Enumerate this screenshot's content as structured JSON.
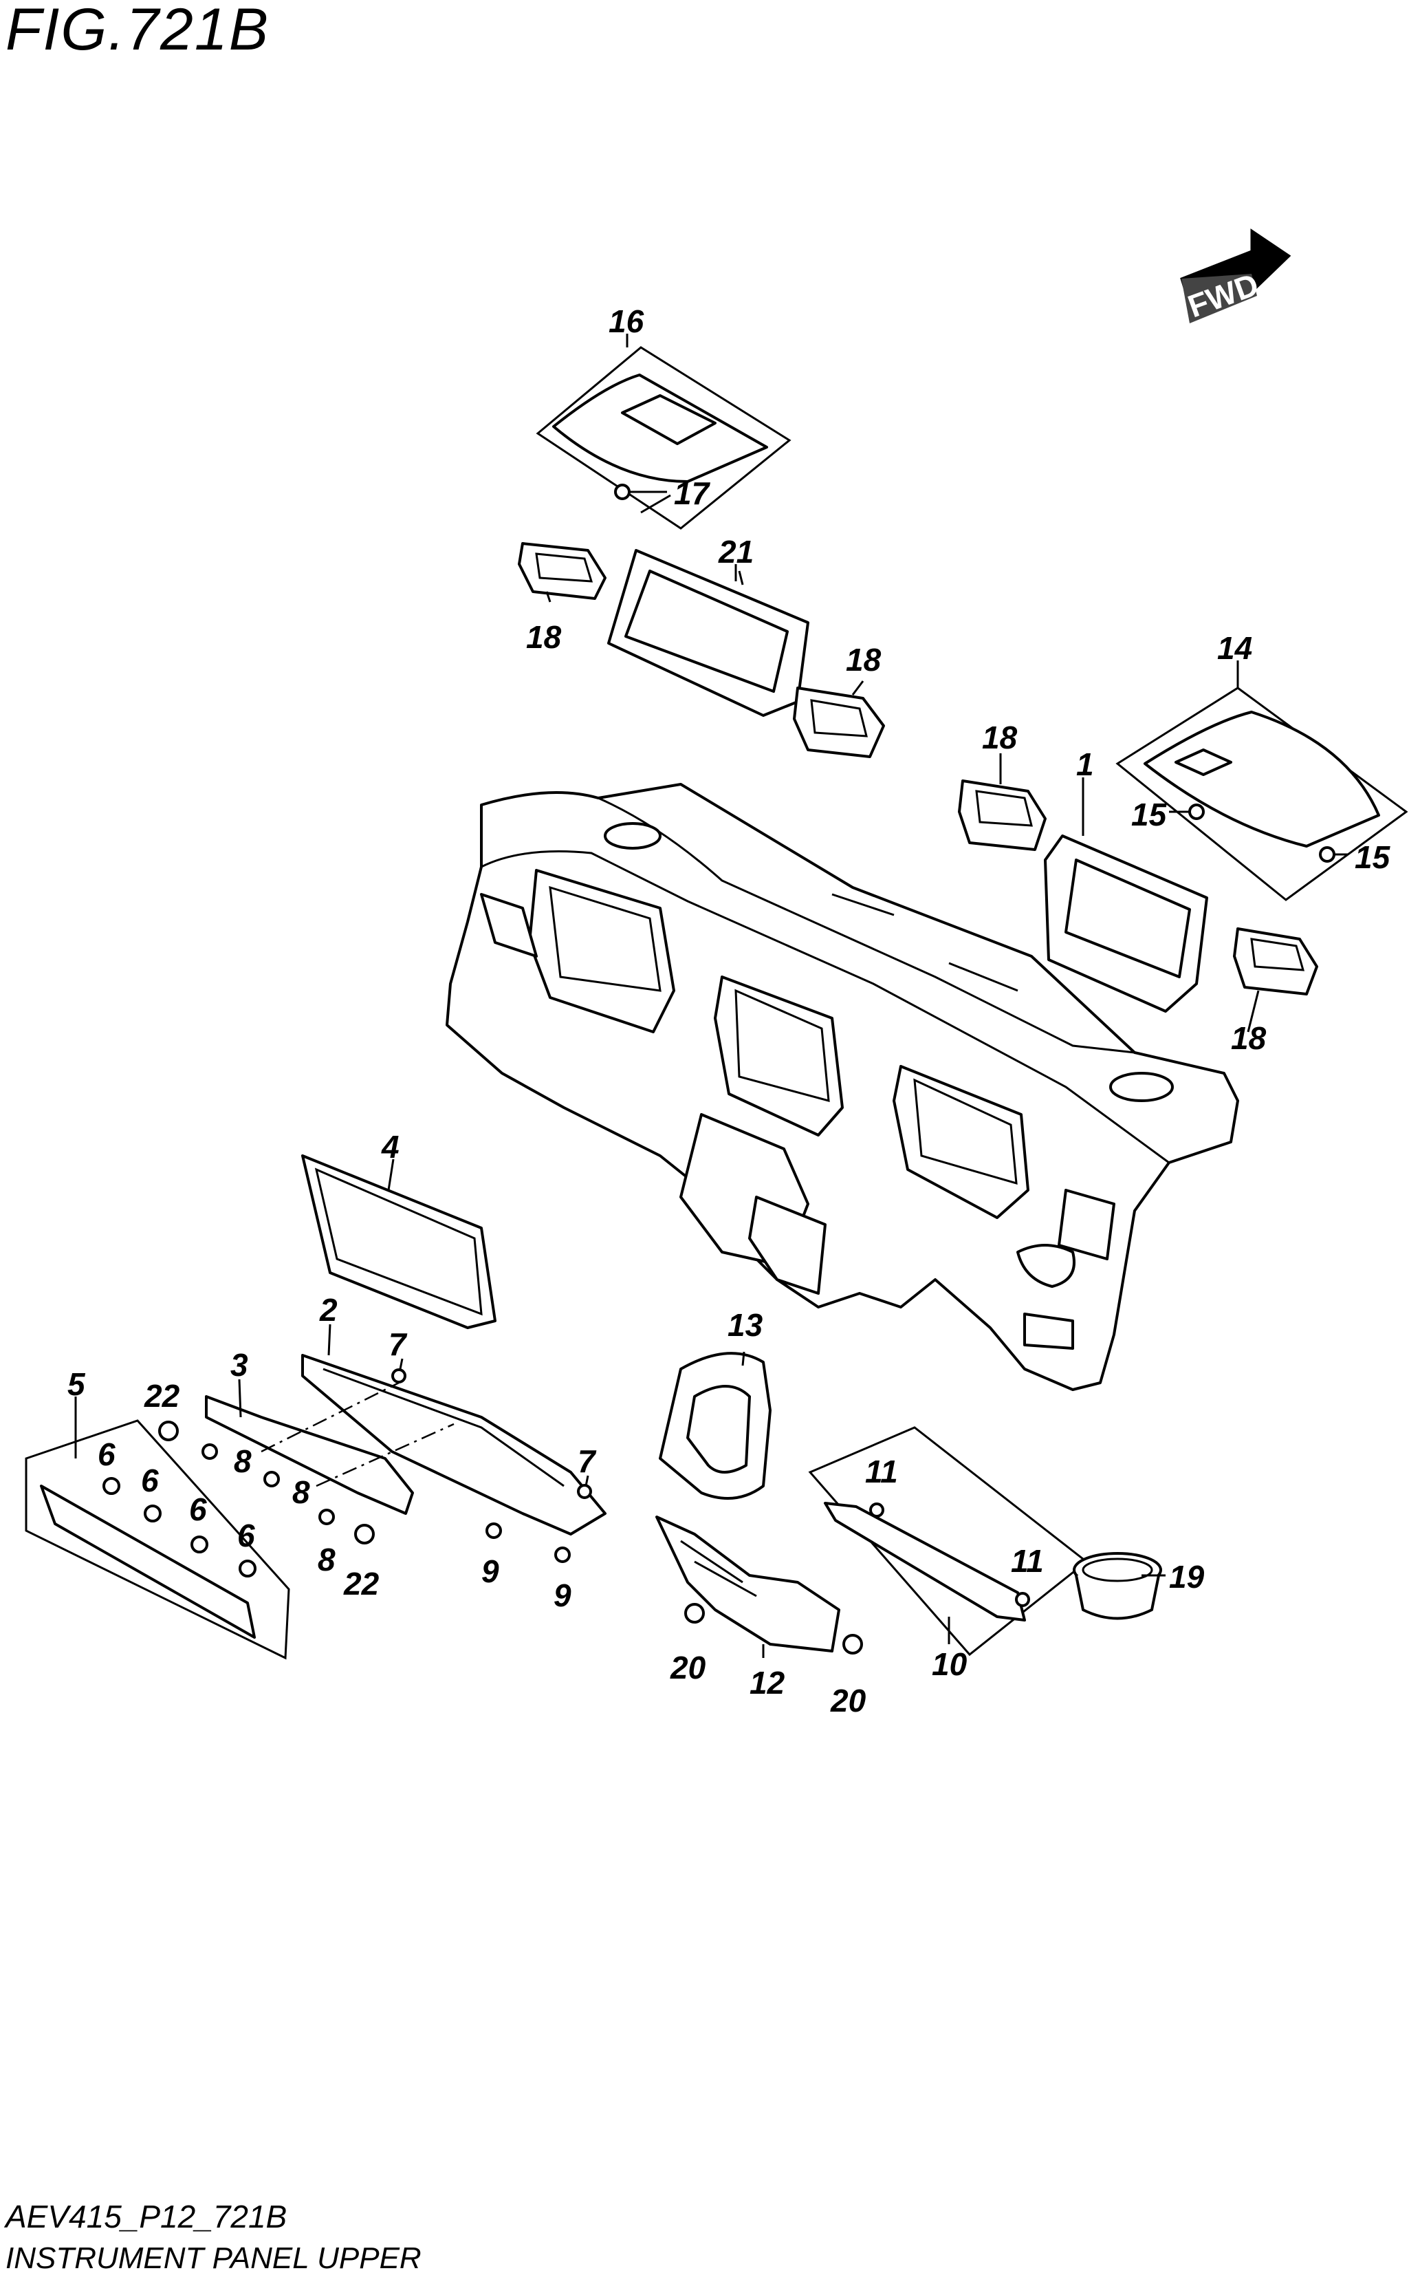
{
  "figure": {
    "title": "FIG.721B",
    "code": "AEV415_P12_721B",
    "name": "INSTRUMENT PANEL UPPER"
  },
  "fwd_label": "FWD",
  "callouts": {
    "c1": "1",
    "c2": "2",
    "c3": "3",
    "c4": "4",
    "c5": "5",
    "c6": "6",
    "c7": "7",
    "c8": "8",
    "c9": "9",
    "c10": "10",
    "c11": "11",
    "c12": "12",
    "c13": "13",
    "c14": "14",
    "c15": "15",
    "c16": "16",
    "c17": "17",
    "c18": "18",
    "c19": "19",
    "c20": "20",
    "c21": "21",
    "c22": "22"
  }
}
